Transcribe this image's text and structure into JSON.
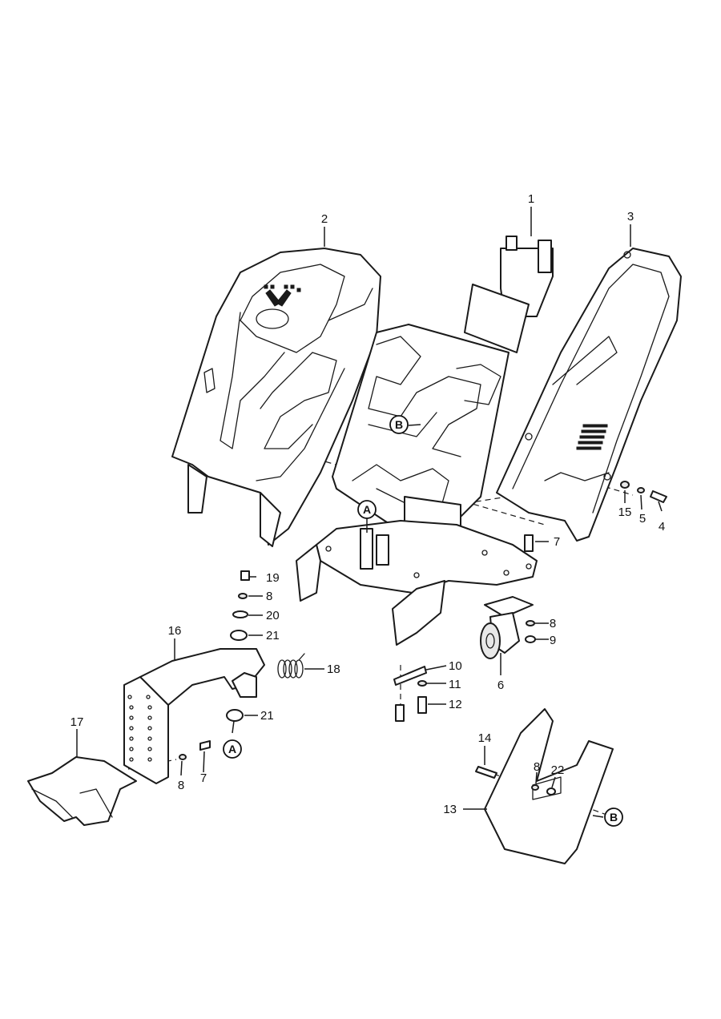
{
  "callouts": {
    "c1": "1",
    "c2": "2",
    "c3": "3",
    "c4": "4",
    "c5": "5",
    "c6": "6",
    "c7a": "7",
    "c7b": "7",
    "c8a": "8",
    "c8b": "8",
    "c8c": "8",
    "c8d": "8",
    "c9": "9",
    "c10": "10",
    "c11": "11",
    "c12": "12",
    "c13": "13",
    "c14": "14",
    "c15": "15",
    "c16": "16",
    "c17": "17",
    "c18": "18",
    "c19": "19",
    "c20": "20",
    "c21a": "21",
    "c21b": "21",
    "c22": "22"
  },
  "refs": {
    "a1": "A",
    "a2": "A",
    "b1": "B",
    "b2": "B"
  }
}
